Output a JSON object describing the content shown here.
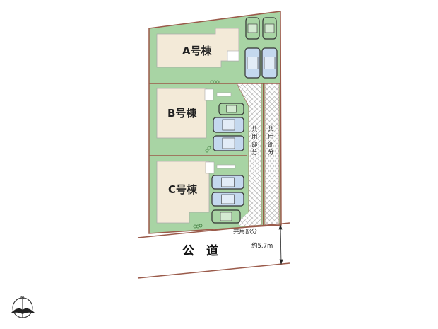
{
  "buildings": {
    "a": "A号棟",
    "b": "B号棟",
    "c": "C号棟"
  },
  "shared_area_label": "共用部分",
  "shared_vertical": [
    "共",
    "用",
    "部",
    "分"
  ],
  "road_label": "公　道",
  "road_width": "約5.7m",
  "north_label": "N",
  "colors": {
    "lot": "#a8d4a4",
    "building": "#f3ead8",
    "boundary": "#9a5a4a",
    "car_blue": "#c4d8ee",
    "car_green": "#a8d4a4"
  }
}
